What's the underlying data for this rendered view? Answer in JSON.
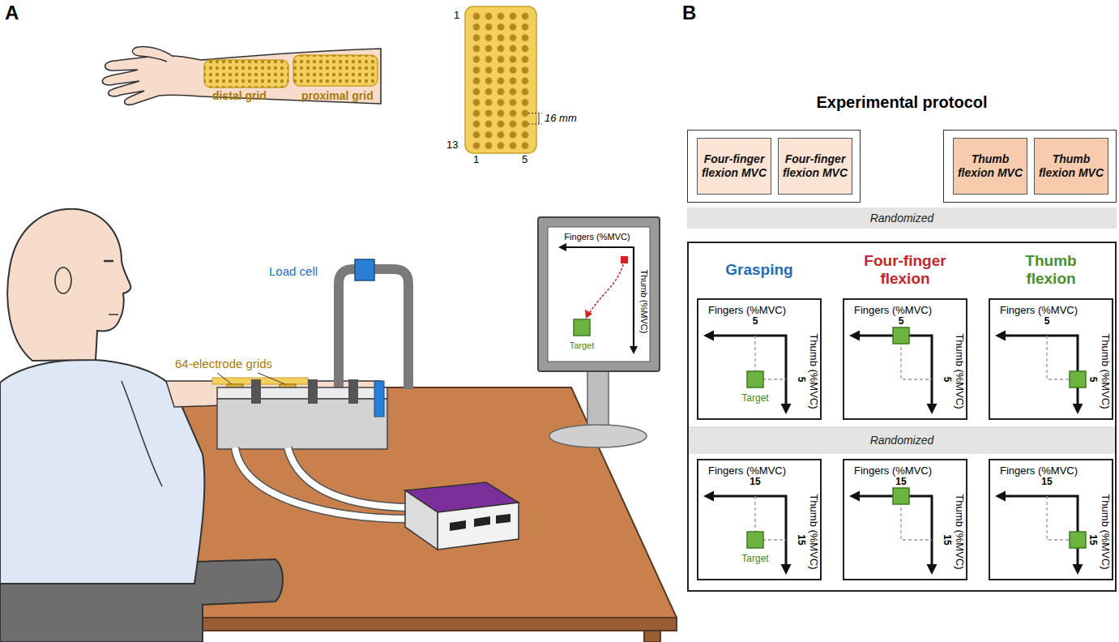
{
  "diagram": {
    "nodes": [
      {
        "text": [
          "Four-finger flexion MVC"
        ]
      },
      {
        "text": [
          "Four-finger flexion MVC"
        ]
      },
      {
        "text": [
          "Thumb flexion MVC"
        ]
      },
      {
        "text": [
          "Thumb flexion MVC"
        ]
      },
      {
        "text": [
          "Randomized"
        ]
      },
      {
        "text": [
          "Grasping",
          "Four-finger flexion",
          "Thumb flexion"
        ]
      },
      {
        "text": [
          "Fingers (%MVC)",
          "Thumb (%MVC)",
          "5",
          "5",
          "Target"
        ],
        "in": 5
      },
      {
        "text": [
          "Fingers (%MVC)",
          "Thumb (%MVC)",
          "5",
          "5"
        ],
        "in": 5
      },
      {
        "text": [
          "Fingers (%MVC)",
          "Thumb (%MVC)",
          "5",
          "5"
        ],
        "in": 5
      },
      {
        "text": [
          "Randomized"
        ],
        "in": 5
      },
      {
        "text": [
          "Fingers (%MVC)",
          "Thumb (%MVC)",
          "15",
          "15",
          "Target"
        ],
        "in": 5
      },
      {
        "text": [
          "Fingers (%MVC)",
          "Thumb (%MVC)",
          "15",
          "15"
        ],
        "in": 5
      },
      {
        "text": [
          "Fingers (%MVC)",
          "Thumb (%MVC)",
          "15",
          "15"
        ],
        "in": 5
      }
    ],
    "labels": [
      "A",
      "distal grid",
      "proximal grid",
      "1",
      "13",
      "1",
      "5",
      "16 mm",
      "Load cell",
      "64-electrode grids",
      "Fingers (%MVC)",
      "Thumb (%MVC)",
      "Target",
      "B",
      "Experimental protocol"
    ]
  }
}
